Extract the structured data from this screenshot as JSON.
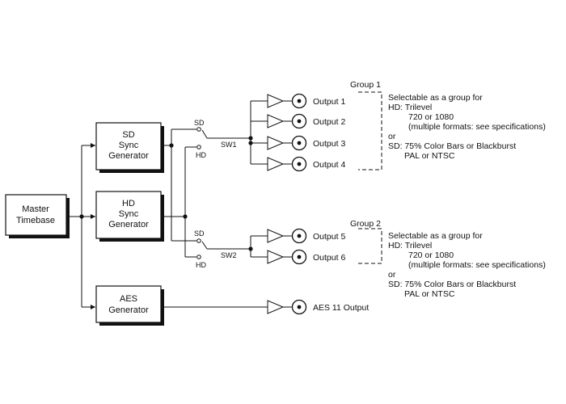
{
  "blocks": {
    "master": [
      "Master",
      "Timebase"
    ],
    "sd_sync": [
      "SD",
      "Sync",
      "Generator"
    ],
    "hd_sync": [
      "HD",
      "Sync",
      "Generator"
    ],
    "aes_gen": [
      "AES",
      "Generator"
    ]
  },
  "switches": {
    "sw1": {
      "label": "SW1",
      "sd": "SD",
      "hd": "HD"
    },
    "sw2": {
      "label": "SW2",
      "sd": "SD",
      "hd": "HD"
    }
  },
  "outputs": [
    "Output 1",
    "Output 2",
    "Output 3",
    "Output 4",
    "Output 5",
    "Output 6"
  ],
  "aes_output": "AES 11 Output",
  "groups": [
    {
      "title": "Group 1",
      "notes": [
        "Selectable as a group for",
        "HD: Trilevel",
        "720 or 1080",
        "(multiple formats: see specifications)",
        "or",
        "SD: 75% Color Bars or Blackburst",
        "PAL or NTSC"
      ]
    },
    {
      "title": "Group 2",
      "notes": [
        "Selectable as a group for",
        "HD: Trilevel",
        "720 or 1080",
        "(multiple formats: see specifications)",
        "or",
        "SD: 75% Color Bars or Blackburst",
        "PAL or NTSC"
      ]
    }
  ]
}
